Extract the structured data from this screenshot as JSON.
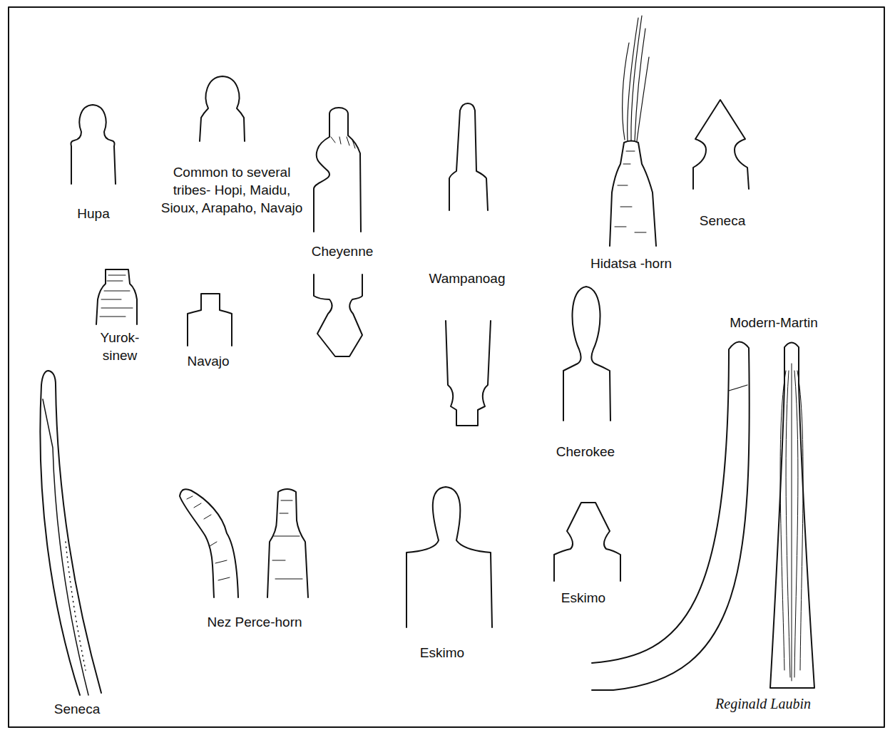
{
  "diagram": {
    "labels": [
      "Hupa",
      "Common to several tribes- Hopi, Maidu, Sioux, Arapaho, Navajo",
      "Cheyenne",
      "Wampanoag",
      "Hidatsa -horn",
      "Seneca",
      "Yurok- sinew",
      "Navajo",
      "Cherokee",
      "Modern-Martin",
      "Seneca",
      "Nez Perce-horn",
      "Eskimo",
      "Eskimo",
      "Reginald Laubin"
    ]
  }
}
